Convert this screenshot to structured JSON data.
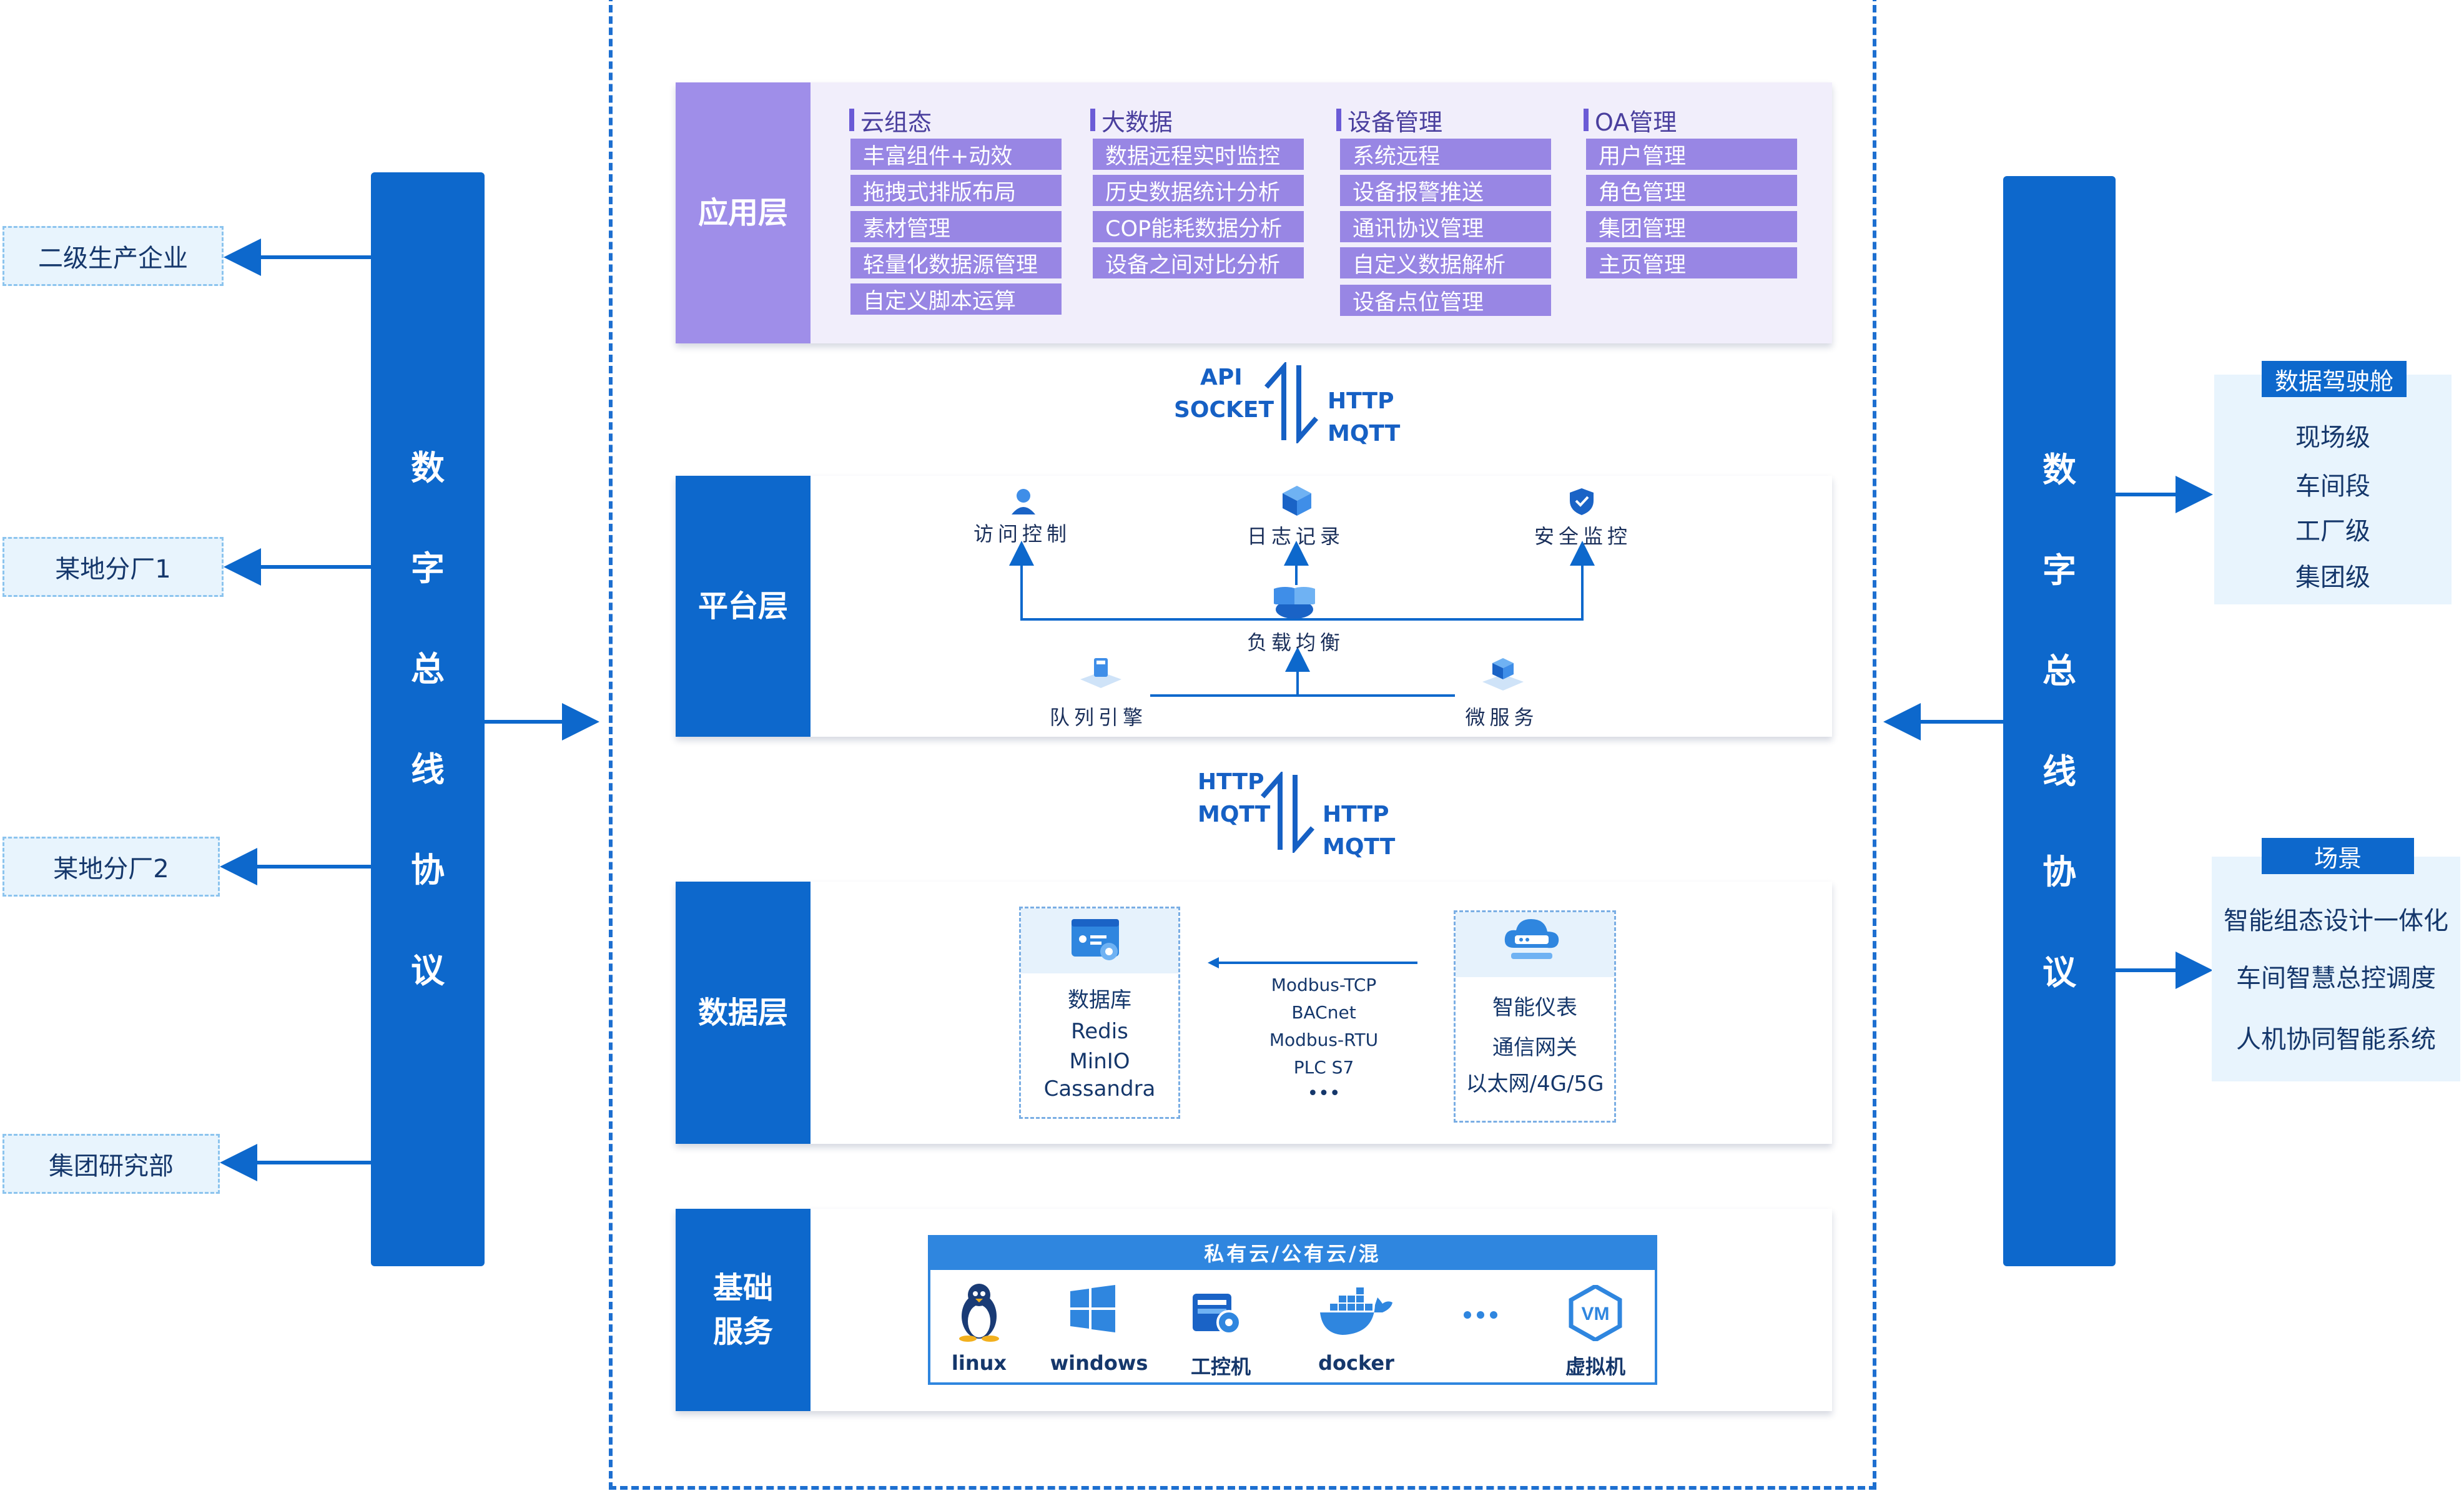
{
  "left_bus": {
    "chars": [
      "数",
      "字",
      "总",
      "线",
      "协",
      "议"
    ]
  },
  "right_bus": {
    "chars": [
      "数",
      "字",
      "总",
      "线",
      "协",
      "议"
    ]
  },
  "left_nodes": [
    "二级生产企业",
    "某地分厂1",
    "某地分厂2",
    "集团研究部"
  ],
  "application_layer": {
    "label": "应用层",
    "categories": [
      {
        "title": "云组态",
        "items": [
          "丰富组件+动效",
          "拖拽式排版布局",
          "素材管理",
          "轻量化数据源管理",
          "自定义脚本运算"
        ]
      },
      {
        "title": "大数据",
        "items": [
          "数据远程实时监控",
          "历史数据统计分析",
          "COP能耗数据分析",
          "设备之间对比分析"
        ]
      },
      {
        "title": "设备管理",
        "items": [
          "系统远程",
          "设备报警推送",
          "通讯协议管理",
          "自定义数据解析",
          "设备点位管理"
        ]
      },
      {
        "title": "OA管理",
        "items": [
          "用户管理",
          "角色管理",
          "集团管理",
          "主页管理"
        ]
      }
    ]
  },
  "protocols_1": {
    "left": [
      "API",
      "SOCKET"
    ],
    "right": [
      "HTTP",
      "MQTT"
    ]
  },
  "platform_layer": {
    "label": "平台层",
    "nodes": {
      "access": "访问控制",
      "log": "日志记录",
      "security": "安全监控",
      "balance": "负载均衡",
      "queue": "队列引擎",
      "micro": "微服务"
    }
  },
  "protocols_2": {
    "left": [
      "HTTP",
      "MQTT"
    ],
    "right": [
      "HTTP",
      "MQTT"
    ]
  },
  "data_layer": {
    "label": "数据层",
    "db_card": [
      "数据库",
      "Redis",
      "MinIO",
      "Cassandra"
    ],
    "protocols": [
      "Modbus-TCP",
      "BACnet",
      "Modbus-RTU",
      "PLC S7",
      "•••"
    ],
    "device_card": [
      "智能仪表",
      "通信网关",
      "以太网/4G/5G"
    ]
  },
  "base_layer": {
    "label_lines": [
      "基础",
      "服务"
    ],
    "cloud_label": "私有云/公有云/混",
    "items": [
      {
        "label": "linux",
        "icon": "linux-penguin-icon"
      },
      {
        "label": "windows",
        "icon": "windows-icon"
      },
      {
        "label": "工控机",
        "icon": "industrial-pc-icon"
      },
      {
        "label": "docker",
        "icon": "docker-whale-icon"
      },
      {
        "label": "",
        "icon": "more-dots-icon"
      },
      {
        "label": "虚拟机",
        "icon": "vm-icon"
      }
    ]
  },
  "right_panels": [
    {
      "title": "数据驾驶舱",
      "items": [
        "现场级",
        "车间段",
        "工厂级",
        "集团级"
      ]
    },
    {
      "title": "场景",
      "items": [
        "智能组态设计一体化",
        "车间智慧总控调度",
        "人机协同智能系统"
      ]
    }
  ],
  "colors": {
    "primary": "#0d68cc",
    "app_purple": "#9886e4",
    "light_bg": "#e8f4fd"
  }
}
